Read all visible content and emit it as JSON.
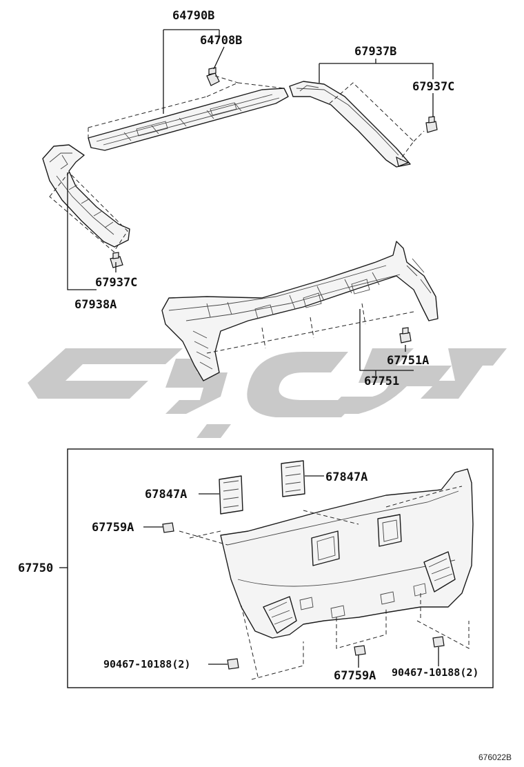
{
  "labels": {
    "p64790B": "64790B",
    "p64708B": "64708B",
    "p67937B": "67937B",
    "p67937C_right": "67937C",
    "p67937C_left": "67937C",
    "p67938A": "67938A",
    "p67751A": "67751A",
    "p67751": "67751",
    "p67847A_left": "67847A",
    "p67847A_right": "67847A",
    "p67759A_top": "67759A",
    "p67759A_bottom": "67759A",
    "p67750": "67750",
    "p90467_left": "90467-10188(2)",
    "p90467_right": "90467-10188(2)"
  },
  "reference_code": "676022B"
}
